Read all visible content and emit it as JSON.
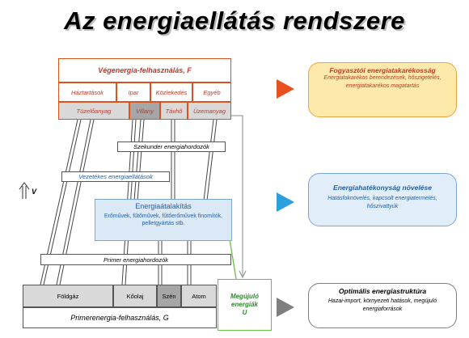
{
  "title": "Az energiaellátás rendszere",
  "final_energy": {
    "title": "Végenergia-felhasználás, F",
    "sectors": [
      "Háztartások",
      "Ipar",
      "Közlekedés",
      "Egyéb"
    ],
    "carriers": [
      "Tüzelőanyag",
      "Villany",
      "Távhő",
      "Üzemanyag"
    ]
  },
  "labels": {
    "secondary": "Szekunder energiahordozók",
    "grid_supply": "Vezetékes energiaellátások",
    "primary": "Primer energiahordozók",
    "arrow_v": "V"
  },
  "conversion": {
    "title": "Energiaátalakítás",
    "desc": "Erőművek, fűtőművek, fűtőerőművek finomítók, pelletgyártás stb."
  },
  "primary_energy": {
    "sources": [
      "Földgáz",
      "Kőolaj",
      "Szén",
      "Atom"
    ],
    "title": "Primerenergia-felhasználás, G"
  },
  "renewable": {
    "line1": "Megújuló",
    "line2": "energiák",
    "line3": "U"
  },
  "bubbles": [
    {
      "title": "Fogyasztói energiatakarékosság",
      "desc": "Energiatakarékos berendezések, hőszigetelés, energiatakarékos magatartás",
      "arrow_color": "#e8501e",
      "bg": "#fde9a9",
      "border": "#f0a23c",
      "title_color": "#c0392b",
      "desc_color": "#c0392b"
    },
    {
      "title": "Energiahatékonyság növelése",
      "desc": "Hatásfoknövelés, kapcsolt energiatermelés, hőszivattyúk",
      "arrow_color": "#2aa0dc",
      "bg": "#e1eef9",
      "border": "#7aa6d6",
      "title_color": "#1f5fa8",
      "desc_color": "#1f5fa8"
    },
    {
      "title": "Optimális energiastruktúra",
      "desc": "Hazai-import, környezeti hatások, megújuló energiaforrások",
      "arrow_color": "#7f7f7f",
      "bg": "#ffffff",
      "border": "#7f7f7f",
      "title_color": "#000000",
      "desc_color": "#000000"
    }
  ]
}
